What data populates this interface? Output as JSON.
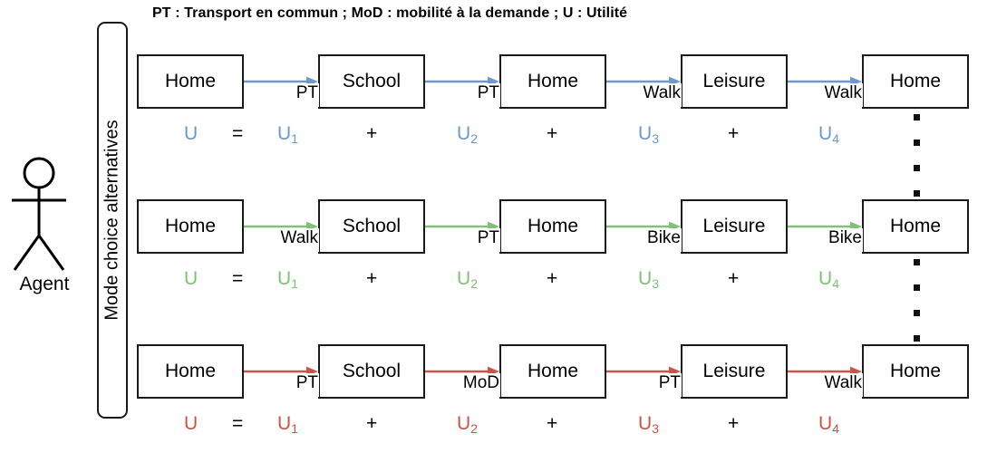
{
  "caption": "PT : Transport en commun ; MoD : mobilité à la demande ; U : Utilité",
  "agent": {
    "label": "Agent",
    "icon": "stick-figure-person-icon"
  },
  "alternatives_container": {
    "label": "Mode choice alternatives"
  },
  "colors": {
    "blue": "#6E97CB",
    "green": "#82C07A",
    "red": "#C8544C",
    "black": "#000000",
    "box_border": "#1a1a1a",
    "background": "#ffffff"
  },
  "formula_symbols": {
    "utility": "U",
    "equals": "=",
    "plus": "+",
    "terms": [
      "U1",
      "U2",
      "U3",
      "U4"
    ],
    "term_base": "U",
    "term_subs": [
      "1",
      "2",
      "3",
      "4"
    ]
  },
  "chains": [
    {
      "id": "alternative-1",
      "color": "#6E97CB",
      "nodes": [
        "Home",
        "School",
        "Home",
        "Leisure",
        "Home"
      ],
      "modes": [
        "PT",
        "PT",
        "Walk",
        "Walk"
      ],
      "formula": {
        "lhs": "U",
        "equals": "=",
        "plus": "+",
        "terms": [
          {
            "base": "U",
            "sub": "1"
          },
          {
            "base": "U",
            "sub": "2"
          },
          {
            "base": "U",
            "sub": "3"
          },
          {
            "base": "U",
            "sub": "4"
          }
        ]
      }
    },
    {
      "id": "alternative-2",
      "color": "#82C07A",
      "nodes": [
        "Home",
        "School",
        "Home",
        "Leisure",
        "Home"
      ],
      "modes": [
        "Walk",
        "PT",
        "Bike",
        "Bike"
      ],
      "formula": {
        "lhs": "U",
        "equals": "=",
        "plus": "+",
        "terms": [
          {
            "base": "U",
            "sub": "1"
          },
          {
            "base": "U",
            "sub": "2"
          },
          {
            "base": "U",
            "sub": "3"
          },
          {
            "base": "U",
            "sub": "4"
          }
        ]
      }
    },
    {
      "id": "alternative-3",
      "color": "#C8544C",
      "nodes": [
        "Home",
        "School",
        "Home",
        "Leisure",
        "Home"
      ],
      "modes": [
        "PT",
        "MoD",
        "PT",
        "Walk"
      ],
      "formula": {
        "lhs": "U",
        "equals": "=",
        "plus": "+",
        "terms": [
          {
            "base": "U",
            "sub": "1"
          },
          {
            "base": "U",
            "sub": "2"
          },
          {
            "base": "U",
            "sub": "3"
          },
          {
            "base": "U",
            "sub": "4"
          }
        ]
      }
    }
  ]
}
